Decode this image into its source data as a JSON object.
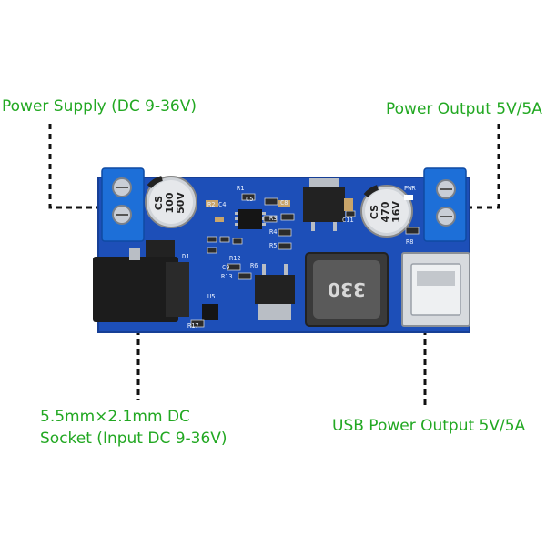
{
  "labels": {
    "power_supply": "Power Supply (DC 9-36V)",
    "power_output": "Power Output 5V/5A",
    "dc_socket_line1": "5.5mm×2.1mm DC",
    "dc_socket_line2": "Socket (Input DC 9-36V)",
    "usb_output": "USB Power Output 5V/5A"
  },
  "board": {
    "cap_left": {
      "line1": "CS",
      "line2": "100",
      "line3": "50V"
    },
    "cap_right": {
      "line1": "CS",
      "line2": "470",
      "line3": "16V"
    },
    "inductor": "330",
    "silkscreen": {
      "r1": "R1",
      "r2": "R2",
      "c4": "C4",
      "c5": "C5",
      "c8": "C8",
      "r3": "R3",
      "r4": "R4",
      "r5": "R5",
      "r6": "R6",
      "c11": "C11",
      "r8": "R8",
      "pwr": "PWR",
      "d1": "D1",
      "u5": "U5",
      "r17": "R17",
      "r13": "R13",
      "c9": "C9",
      "r12": "R12"
    }
  },
  "colors": {
    "label": "#22a822",
    "pcb": "#1d4fb8",
    "terminal": "#1d6fd8"
  }
}
